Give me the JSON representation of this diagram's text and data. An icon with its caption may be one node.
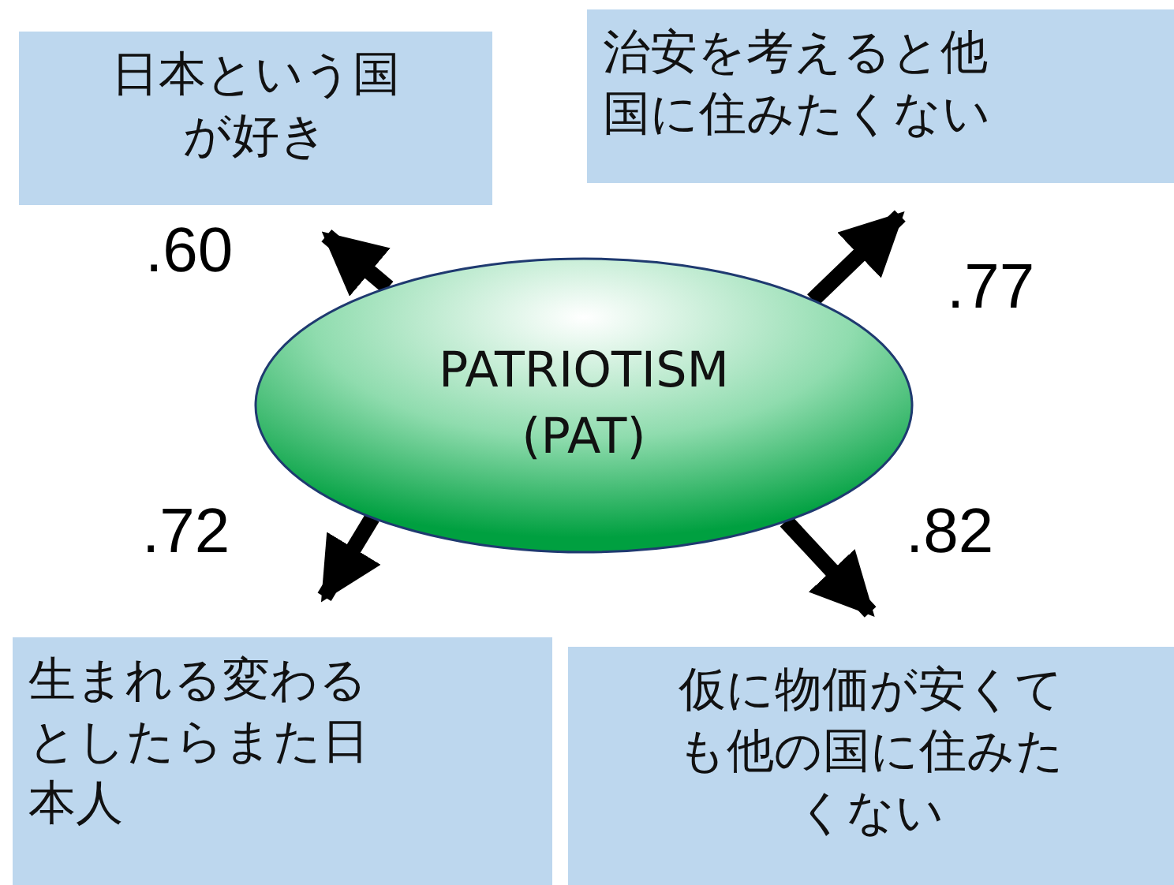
{
  "diagram": {
    "nodes": [
      {
        "text": [
          "日本という国が好き"
        ]
      },
      {
        "text": [
          "治安を考えると他国に住みたくない"
        ]
      },
      {
        "text": [
          "PATRIOTISM (PAT)"
        ]
      },
      {
        "text": [
          "生まれる変わるとしたらまた日本人"
        ]
      },
      {
        "text": [
          "仮に物価が安くても他の国に住みたくない"
        ]
      }
    ],
    "edges": [
      {
        "from": 2,
        "to": 0,
        "arrow": "to",
        "label": ".60"
      },
      {
        "from": 2,
        "to": 1,
        "arrow": "to",
        "label": ".77"
      },
      {
        "from": 2,
        "to": 3,
        "arrow": "to",
        "label": ".72"
      },
      {
        "from": 2,
        "to": 4,
        "arrow": "to",
        "label": ".82"
      }
    ]
  }
}
